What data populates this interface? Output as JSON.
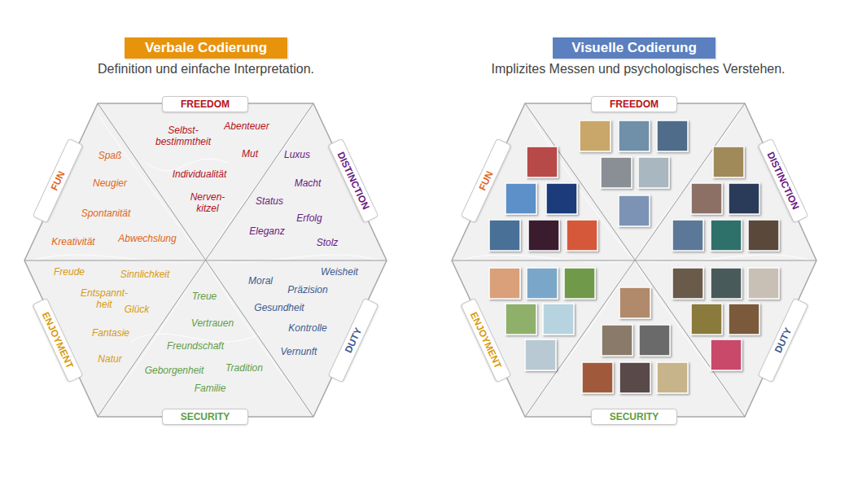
{
  "diagram": {
    "nodes": [
      {
        "text": [
          "Verbale Codierung"
        ]
      },
      {
        "text": [
          "Visuelle Codierung"
        ]
      },
      {
        "text": [
          "FREEDOM"
        ]
      },
      {
        "text": [
          "DISTINCTION"
        ]
      },
      {
        "text": [
          "DUTY"
        ]
      },
      {
        "text": [
          "SECURITY"
        ]
      },
      {
        "text": [
          "ENJOYMENT"
        ]
      },
      {
        "text": [
          "FUN"
        ]
      },
      {
        "text": [
          "FREEDOM"
        ]
      },
      {
        "text": [
          "DISTINCTION"
        ]
      },
      {
        "text": [
          "DUTY"
        ]
      },
      {
        "text": [
          "SECURITY"
        ]
      },
      {
        "text": [
          "ENJOYMENT"
        ]
      },
      {
        "text": [
          "FUN"
        ]
      }
    ],
    "labels": [
      "Definition und einfache Interpretation.",
      "Implizites Messen und psychologisches Verstehen.",
      "Selbst- bestimmtheit",
      "Abenteuer",
      "Mut",
      "Individualität",
      "Nerven- kitzel",
      "Luxus",
      "Macht",
      "Status",
      "Erfolg",
      "Eleganz",
      "Stolz",
      "Spaß",
      "Neugier",
      "Spontanität",
      "Kreativität",
      "Abwechslung",
      "Freude",
      "Sinnlichkeit",
      "Entspannt- heit",
      "Glück",
      "Fantasie",
      "Natur",
      "Treue",
      "Vertrauen",
      "Freundschaft",
      "Tradition",
      "Geborgenheit",
      "Familie",
      "Moral",
      "Weisheit",
      "Präzision",
      "Gesundheit",
      "Kontrolle",
      "Vernunft"
    ]
  }
}
